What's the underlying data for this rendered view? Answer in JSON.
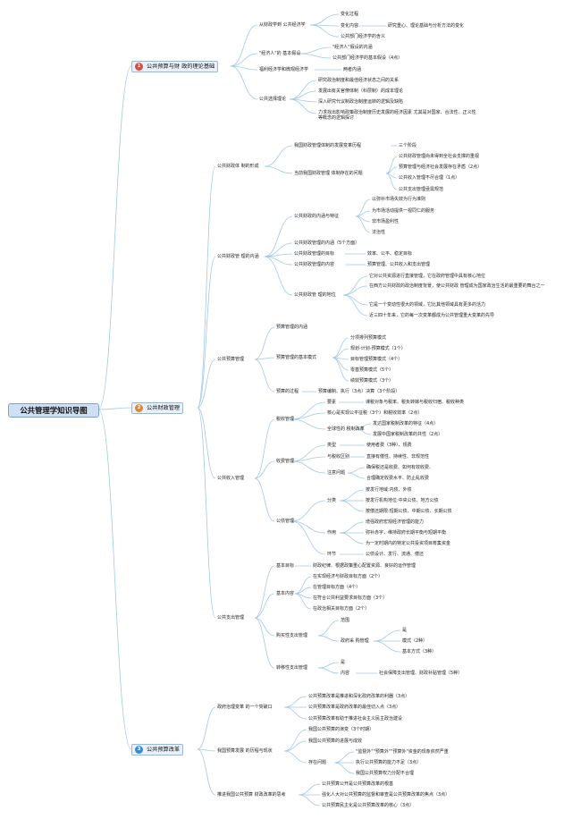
{
  "title": "公共管理学知识导图",
  "colors": {
    "line": "#a2c8e6",
    "badge1": "#e24a3b",
    "badge2": "#e8862b",
    "badge3": "#2e8fd6"
  },
  "sections": [
    {
      "num": "1",
      "label": "公共预算与财 政的理论基础"
    },
    {
      "num": "2",
      "label": "公共财政管理"
    },
    {
      "num": "3",
      "label": "公共预算改革"
    }
  ],
  "t": {
    "s1_a": "从财政学到 公共经济学",
    "s1_a1": "变化过程",
    "s1_a2": "变化内容",
    "s1_a2a": "研究重心、理论基础与分析方法的变化",
    "s1_a3": "公共部门经济学的含义",
    "s1_b": "\"经济人\"的 基本假设",
    "s1_b1": "\"经济人\"假设的内涵",
    "s1_b2": "公共部门经济学的基本假设（4点）",
    "s1_c": "福利经济学和微观经济学",
    "s1_c1": "两者内涵",
    "s1_d": "公共选择理论",
    "s1_d1": "研究政治制度和最佳经济状态之间的关系",
    "s1_d2": "发展出有关官僚体制（科层制）的成本理论",
    "s1_d3": "深入研究代议制政治制度运转的逻辑及缺陷",
    "s1_d4": "力求找出影响政策政治制度历史发展的经济因素 尤其是对国家、合法性、正义性等概念的逻辑探讨",
    "s2_a": "公共财政体 制的形成",
    "s2_a1": "我国财政管理体制的发展变革历程",
    "s2_a1a": "三个阶段",
    "s2_a2": "当前我国财政管理 体制存在的问题",
    "s2_a2a": "公共财政管理尚未得到全社会支撑的重视",
    "s2_a2b": "预算管理与经济社会发展存在矛盾（2点）",
    "s2_a2c": "公共收入管理不尽合理（1点）",
    "s2_a2d": "公共支出管理亟需规范",
    "s2_b": "公共财政管 理的内涵",
    "s2_b1": "公共财政的内涵与特征",
    "s2_b1a": "以弥补市场失效为行为准则",
    "s2_b1b": "为市场活动提供一视同仁的服务",
    "s2_b1c": "非市场盈利性",
    "s2_b1d": "法治性",
    "s2_b2": "公共财政管理的内涵（5个方面）",
    "s2_b3": "公共财政管理的目标",
    "s2_b3a": "效率、公平、稳定目标",
    "s2_b4": "公共财政管理的内容",
    "s2_b4a": "预算管理、公共收入和支出管理",
    "s2_b5": "公共财政管 理的地位",
    "s2_b5a": "它对公共资源进行直接管理，它在政府管理中具有核心地位",
    "s2_b5b": "在西方公共财政的政治制度背景，使公共财政 管理成为国家政治生活的最重要的舞台之一",
    "s2_b5c": "它是一个变动性很大的领域，它比其他领域具有更多的活力",
    "s2_b5d": "近三四十年来，它的每一次变革都成为公共管理重大变革的先导",
    "s2_c": "公共预算管理",
    "s2_c1": "预算管理的内涵",
    "s2_c2": "预算管理的基本模式",
    "s2_c2a": "分项排列预算模式",
    "s2_c2b": "规划-计划-预算模式（1个）",
    "s2_c2c": "目标管理预算模式（4个）",
    "s2_c2d": "零基预算模式（5个）",
    "s2_c2e": "绩效预算模式（3个）",
    "s2_c3": "预算的过程",
    "s2_c3a": "预算编制、执行（3点）决算（3个阶段）",
    "s2_d": "公共收入管理",
    "s2_d1": "税收管理",
    "s2_d1a": "要素",
    "s2_d1a1": "课税对象与税率、税负转嫁与税收归宿、税收种类",
    "s2_d1b": "核心是实现公平征税（3个）和税收效率（2点）",
    "s2_d1c": "全球性的 税制改革",
    "s2_d1c1": "发达国家税制改革的特征（4点）",
    "s2_d1c2": "发展中国家税制改革的共性（2点）",
    "s2_d2": "收费管理",
    "s2_d2a": "类型",
    "s2_d2a1": "使用者费（3种）、规费",
    "s2_d2b": "与税收区别",
    "s2_d2b1": "直接有偿性、持续性、非规范性",
    "s2_d2c": "注意问题",
    "s2_d2c1": "确保税还是收费、如何有效收费、",
    "s2_d2c2": "合理确定收费水平、防止乱收费",
    "s2_d3": "公债管理",
    "s2_d3a": "分类",
    "s2_d3a1": "按发行地域:内债、外债",
    "s2_d3a2": "按发行机构地位:中央公债、地方公债",
    "s2_d3a3": "按偿还期限:短期公债、中期公债、长期公债",
    "s2_d3b": "作用",
    "s2_d3b1": "增强政府宏观经济管理的能力",
    "s2_d3b2": "弥补赤字，维持政府长期平衡与短期平衡",
    "s2_d3b3": "为一定时期内的特定公共投资项目筹集资金",
    "s2_d3c": "环节",
    "s2_d3c1": "公债设计、发行、流通、偿还",
    "s2_e": "公共支出管理",
    "s2_e1": "基本目标",
    "s2_e1a": "财政纪律、根据政策重心配置资源、良好的运作管理",
    "s2_e2": "基本内容",
    "s2_e2a": "在实现经济与财政目标方面（2个）",
    "s2_e2b": "在管理目标方面（4个）",
    "s2_e2c": "在符合公共利益要求目标方面（3个）",
    "s2_e2d": "在政治相关目标方面（2个）",
    "s2_e3": "购买性支出管理",
    "s2_e3a": "范围",
    "s2_e3b": "政府采 购管理",
    "s2_e3b1": "是",
    "s2_e3b2": "模式（2种）",
    "s2_e3b3": "基本方式（3种）",
    "s2_e4": "转移性支出管理",
    "s2_e4a": "是",
    "s2_e4b": "内容",
    "s2_e4b1": "社会保障支出管理、财政补贴管理（5种）",
    "s3_a": "政府治理变革 的一个突破口",
    "s3_a1": "公共预算改革是推进和深化政府改革的利器（3点）",
    "s3_a2": "公共预算改革是政府改革的最佳切入点（3点）",
    "s3_a3": "公共预算改革有助于推进社会主义民主政治建设",
    "s3_b": "我国预算发展 的历程与现状",
    "s3_b1": "我国公共预算的演变（3个时期）",
    "s3_b2": "我国公共预算的进展与成效",
    "s3_b3": "存在问题",
    "s3_b3a": "\"监督外\"\"预算外\"\"预算外\"资金的现象依然严重",
    "s3_b3b": "执行公共预算的能力不足（3点）",
    "s3_b3c": "我国公共预算权力分配不合理",
    "s3_c": "推进我国公共预算 财政改革的思考",
    "s3_c1": "公共预算公开是公共预算改革的根基",
    "s3_c2": "强化人大对公共预算的监督和审查是公共预算改革的焦点（3点）",
    "s3_c3": "公共预算民主化是公共预算改革的核心（3点）"
  }
}
